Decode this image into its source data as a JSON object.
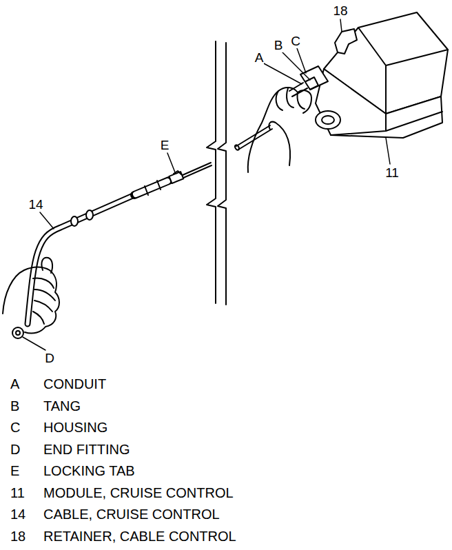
{
  "diagram": {
    "labels": [
      "18",
      "A",
      "B",
      "C",
      "E",
      "14",
      "D",
      "11",
      "A",
      "CONDUIT",
      "B",
      "TANG",
      "C",
      "HOUSING",
      "D",
      "END FITTING",
      "E",
      "LOCKING TAB",
      "11",
      "MODULE, CRUISE CONTROL",
      "14",
      "CABLE, CRUISE CONTROL",
      "18",
      "RETAINER, CABLE CONTROL"
    ]
  }
}
